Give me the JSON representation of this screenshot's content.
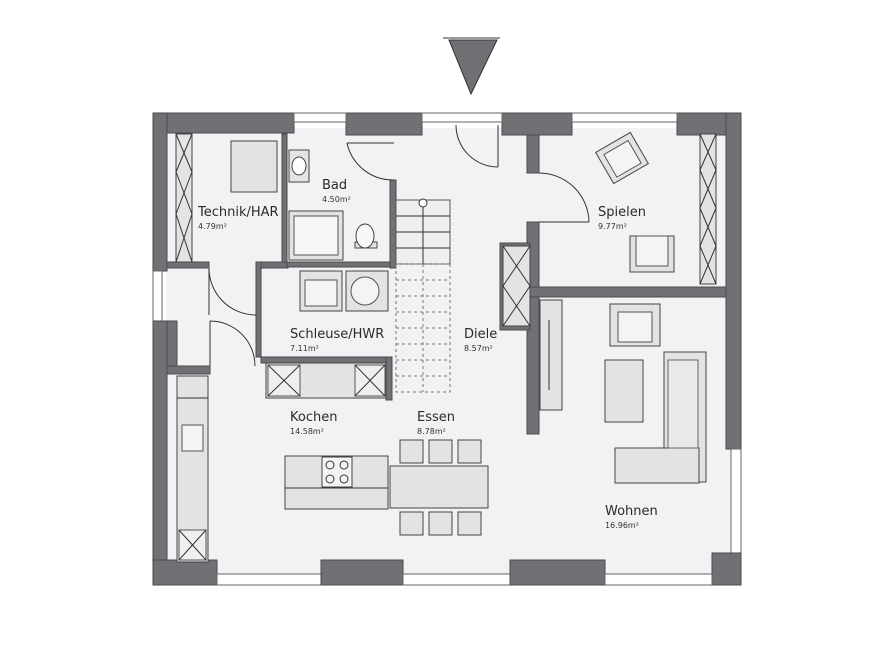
{
  "colors": {
    "wall": "#707174",
    "floor": "#f1f2f4",
    "furniture": "#e2e3e5",
    "outline": "#333333"
  },
  "icons": {
    "north": "north-arrow-icon"
  },
  "rooms": {
    "technik": {
      "name": "Technik/HAR",
      "area": "4.79m²"
    },
    "bad": {
      "name": "Bad",
      "area": "4.50m²"
    },
    "spielen": {
      "name": "Spielen",
      "area": "9.77m²"
    },
    "schleuse": {
      "name": "Schleuse/HWR",
      "area": "7.11m²"
    },
    "diele": {
      "name": "Diele",
      "area": "8.57m²"
    },
    "kochen": {
      "name": "Kochen",
      "area": "14.58m²"
    },
    "essen": {
      "name": "Essen",
      "area": "8.78m²"
    },
    "wohnen": {
      "name": "Wohnen",
      "area": "16.96m²"
    }
  }
}
